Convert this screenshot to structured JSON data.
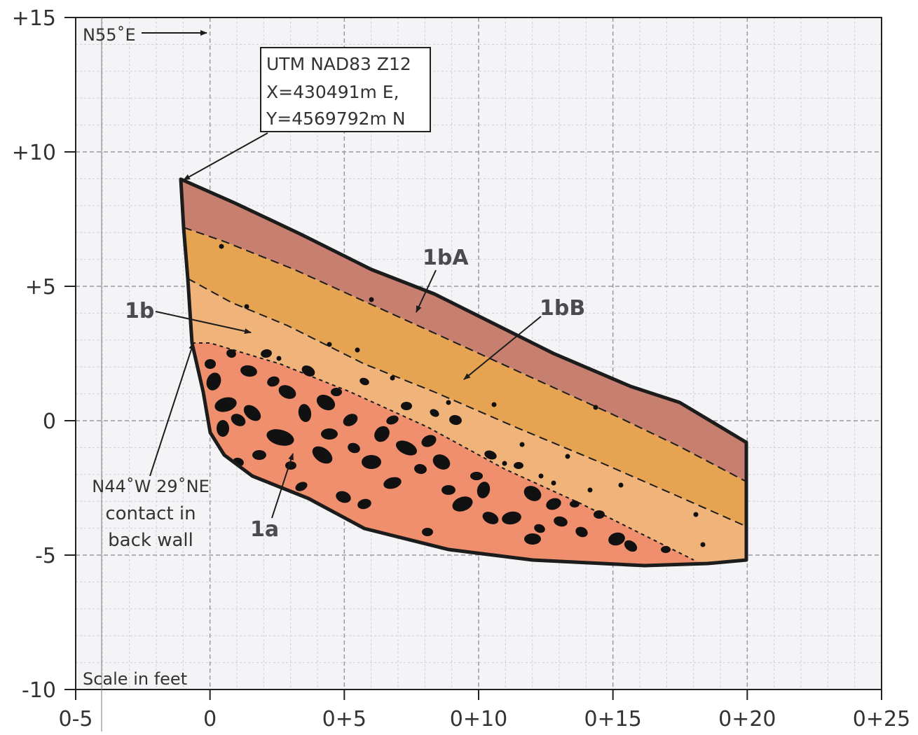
{
  "diagram": {
    "direction_label": "N55˚E",
    "utm_lines": [
      "UTM NAD83 Z12",
      "X=430491m E,",
      "Y=4569792m N"
    ],
    "unit_labels": [
      "1bA",
      "1bB",
      "1b",
      "1a"
    ],
    "contact_lines": [
      "N44˚W 29˚NE",
      "contact in",
      "back wall"
    ],
    "scale_note": "Scale in feet",
    "y_axis": {
      "ticks": [
        15,
        10,
        5,
        0,
        -5,
        -10
      ],
      "labels": [
        "+15",
        "+10",
        "+5",
        "0",
        "-5",
        "-10"
      ],
      "range": [
        -10,
        15
      ]
    },
    "x_axis": {
      "ticks": [
        -5,
        0,
        5,
        10,
        15,
        20,
        25
      ],
      "labels": [
        "0-5",
        "0",
        "0+5",
        "0+10",
        "0+15",
        "0+20",
        "0+25"
      ],
      "range": [
        -5,
        25
      ]
    },
    "grid": {
      "minor_step": 1,
      "major_step": 5,
      "minor_color": "#cfcfd4",
      "major_color": "#9a9aa0"
    },
    "colors": {
      "unit_1bA": "#c77f70",
      "unit_1bB": "#e6a452",
      "unit_1b": "#f0b47a",
      "unit_1a": "#ef8f6e",
      "clasts": "#111111",
      "outline": "#1c1c1c",
      "plot_background": "#f4f4f6"
    }
  }
}
